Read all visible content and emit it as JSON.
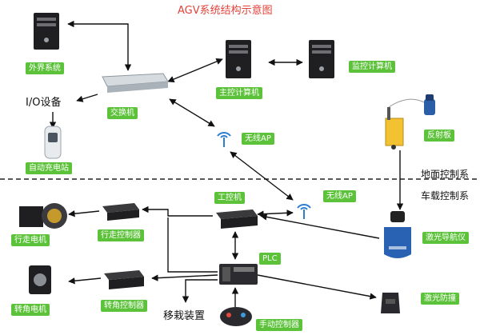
{
  "title": "AGV系统结构示意图",
  "ground_section": "地面控制系",
  "vehicle_section": "车载控制系",
  "nodes": {
    "external_system": "外界系统",
    "io_device": "I/O设备",
    "auto_charging": "自动充电站",
    "switch": "交换机",
    "main_computer": "主控计算机",
    "monitor_computer": "监控计算机",
    "wireless_ap_ground": "无线AP",
    "reflector": "反射板",
    "ipc": "工控机",
    "wireless_ap_vehicle": "无线AP",
    "laser_nav": "激光导航仪",
    "drive_controller": "行走控制器",
    "drive_motor": "行走电机",
    "plc": "PLC",
    "steer_controller": "转角控制器",
    "steer_motor": "转角电机",
    "transfer_device": "移栽装置",
    "manual_controller": "手动控制器",
    "laser_bumper": "激光防撞"
  },
  "colors": {
    "label_bg": "#5cc23a",
    "title": "#e0423a",
    "arrow": "#111111",
    "divider": "#222222"
  }
}
